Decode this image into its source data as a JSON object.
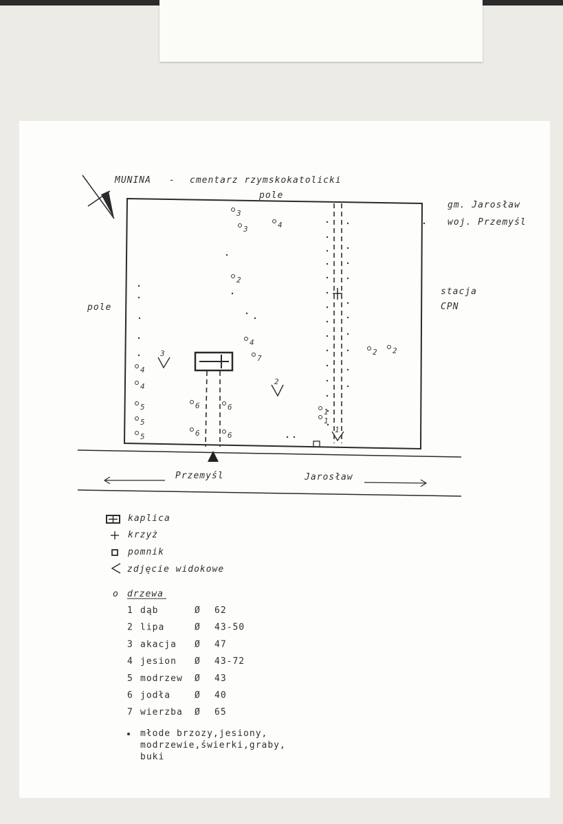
{
  "map": {
    "title": "MUNINA",
    "subtitle": "cmentarz rzymskokatolicki",
    "admin": [
      "gm. Jarosław",
      "woj. Przemyśl"
    ],
    "labels": {
      "north": "pole",
      "west": "pole",
      "east": [
        "stacja",
        "CPN"
      ],
      "road_left": "Przemyśl",
      "road_right": "Jarosław"
    },
    "tree_marks": [
      "3",
      "3",
      "4",
      "2",
      "4",
      "7",
      "2",
      "2",
      "4",
      "4",
      "5",
      "5",
      "5",
      "6",
      "6",
      "6",
      "6",
      "1",
      "1"
    ],
    "view_marks": [
      "3",
      "2",
      "1"
    ]
  },
  "legend": {
    "symbols": [
      {
        "icon": "chapel-icon",
        "label": "kaplica"
      },
      {
        "icon": "cross-icon",
        "label": "krzyż"
      },
      {
        "icon": "monument-icon",
        "label": "pomnik"
      },
      {
        "icon": "view-angle-icon",
        "label": "zdjęcie widokowe"
      }
    ],
    "trees_heading": "drzewa",
    "trees_marker": "o",
    "trees": [
      {
        "num": "1",
        "name": "dąb",
        "diam": "62"
      },
      {
        "num": "2",
        "name": "lipa",
        "diam": "43-50"
      },
      {
        "num": "3",
        "name": "akacja",
        "diam": "47"
      },
      {
        "num": "4",
        "name": "jesion",
        "diam": "43-72"
      },
      {
        "num": "5",
        "name": "modrzew",
        "diam": "43"
      },
      {
        "num": "6",
        "name": "jodła",
        "diam": "40"
      },
      {
        "num": "7",
        "name": "wierzba",
        "diam": "65"
      }
    ],
    "diameter_symbol": "Ø",
    "young_trees": [
      "młode brzozy,jesiony,",
      "modrzewie,świerki,graby,",
      "buki"
    ]
  }
}
